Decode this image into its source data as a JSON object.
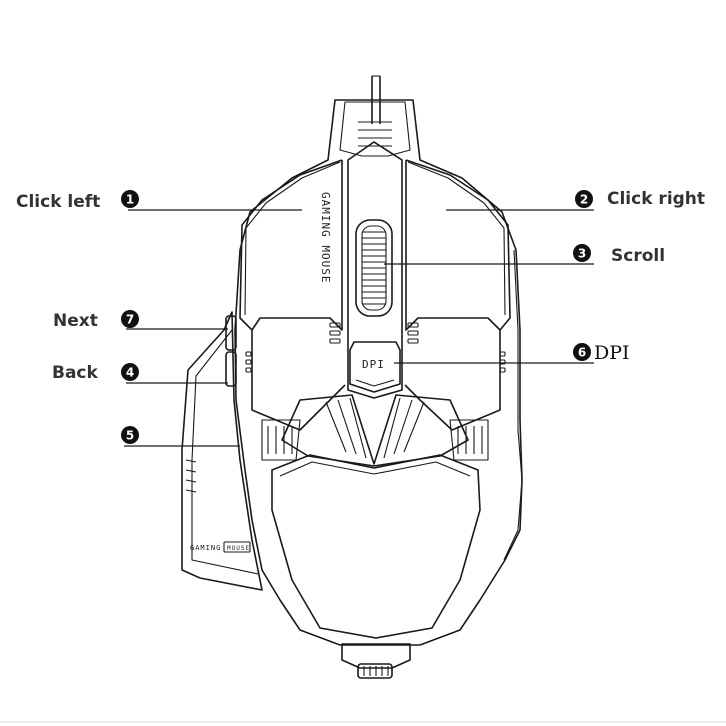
{
  "labels": {
    "click_left": "Click left",
    "click_right": "Click right",
    "scroll": "Scroll",
    "dpi": "DPI",
    "next": "Next",
    "back": "Back"
  },
  "markers": {
    "m1": "1",
    "m2": "2",
    "m3": "3",
    "m4": "4",
    "m5": "5",
    "m6": "6",
    "m7": "7"
  },
  "mouse_print": {
    "left_button_text": "GAMING MOUSE",
    "dpi_button_text": "DPI",
    "side_text_1": "GAMING",
    "side_text_2": "MOUSE"
  },
  "colors": {
    "outline": "#1a1a1a",
    "label": "#333333",
    "background": "#ffffff"
  }
}
